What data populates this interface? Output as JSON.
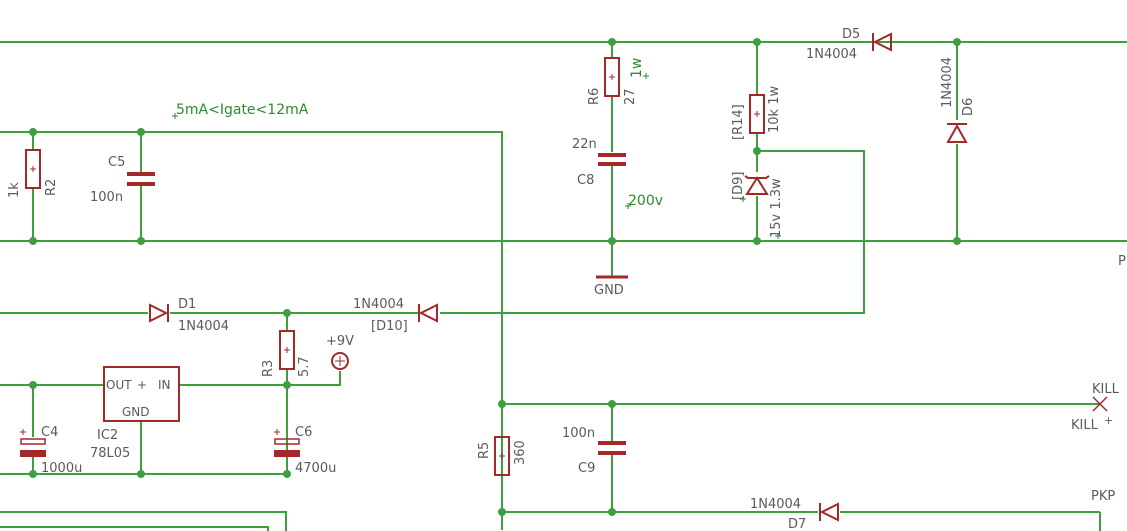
{
  "colors": {
    "wire": "#3f9f3f",
    "part": "#a32929",
    "label": "#5a5a5a",
    "note": "#2d8a2d",
    "background": "#ffffff"
  },
  "notes": {
    "gate_current": "5mA<Igate<12mA",
    "voltage_200": "200v",
    "power_1w": "1w"
  },
  "components": {
    "r2": {
      "name": "R2",
      "value": "1k"
    },
    "c5": {
      "name": "C5",
      "value": "100n"
    },
    "r6": {
      "name": "R6",
      "value": "27"
    },
    "c8": {
      "name": "C8",
      "value": "22n"
    },
    "gnd": {
      "name": "GND"
    },
    "r14": {
      "name": "[R14]",
      "value": "10k 1w"
    },
    "d9": {
      "name": "[D9]",
      "value": "15v 1.3w"
    },
    "d5": {
      "name": "D5",
      "value": "1N4004"
    },
    "d6": {
      "name": "D6",
      "value": "1N4004"
    },
    "d1": {
      "name": "D1",
      "value": "1N4004"
    },
    "d10": {
      "name": "[D10]",
      "value": "1N4004"
    },
    "r3": {
      "name": "R3",
      "value": "5.7"
    },
    "plus9v": {
      "name": "+9V"
    },
    "ic2": {
      "name": "IC2",
      "value": "78L05",
      "pin_out": "OUT",
      "pin_in": "IN",
      "pin_gnd": "GND"
    },
    "c4": {
      "name": "C4",
      "value": "1000u"
    },
    "c6": {
      "name": "C6",
      "value": "4700u"
    },
    "r5": {
      "name": "R5",
      "value": "360"
    },
    "c9": {
      "name": "C9",
      "value": "100n"
    },
    "d7": {
      "name": "D7",
      "value": "1N4004"
    }
  },
  "ports": {
    "kill_top": "KILL",
    "kill_bottom": "KILL",
    "pkp": "PKP",
    "p_edge": "P"
  }
}
